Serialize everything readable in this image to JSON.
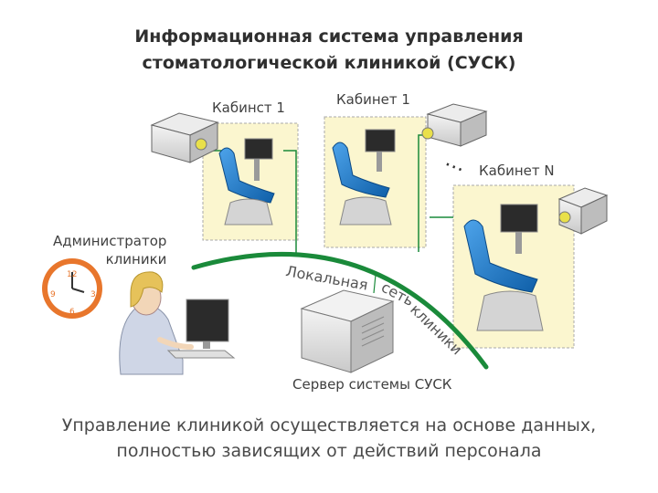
{
  "title": {
    "line1": "Информационная система управления",
    "line2": "стоматологической клиникой (СУСК)"
  },
  "labels": {
    "cabinet_1a": "Кабинст 1",
    "cabinet_1b": "Кабинет 1",
    "cabinet_n": "Кабинет N",
    "ellipsis": "…",
    "admin_line1": "Администратор",
    "admin_line2": "клиники",
    "server": "Сервер системы СУСК"
  },
  "network": {
    "part1": "Локальная",
    "part2": "сеть",
    "part3": "клиники"
  },
  "clock": {
    "n12": "12",
    "n3": "3",
    "n6": "6",
    "n9": "9"
  },
  "footer": {
    "line1": "Управление клиникой осуществляется на основе данных,",
    "line2": "полностью зависящих от действий персонала"
  },
  "colors": {
    "network_line": "#1a8a3a",
    "cabinet_bg": "#fbf6cf",
    "chair_blue": "#1f78c8",
    "clock_orange": "#e8762c"
  }
}
